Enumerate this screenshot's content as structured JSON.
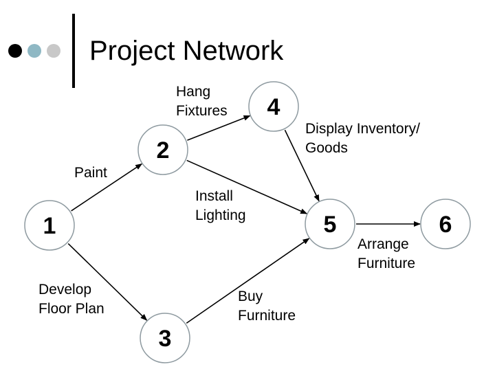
{
  "title": "Project Network",
  "bullet_colors": [
    "#000000",
    "#8fb8c4",
    "#c8c8c8"
  ],
  "nodes": [
    {
      "id": "1",
      "label": "1"
    },
    {
      "id": "2",
      "label": "2"
    },
    {
      "id": "3",
      "label": "3"
    },
    {
      "id": "4",
      "label": "4"
    },
    {
      "id": "5",
      "label": "5"
    },
    {
      "id": "6",
      "label": "6"
    }
  ],
  "activities": [
    {
      "from": "1",
      "to": "2",
      "label": [
        "Paint"
      ]
    },
    {
      "from": "1",
      "to": "3",
      "label": [
        "Develop",
        "Floor Plan"
      ]
    },
    {
      "from": "2",
      "to": "4",
      "label": [
        "Hang",
        "Fixtures"
      ]
    },
    {
      "from": "2",
      "to": "5",
      "label": [
        "Install",
        "Lighting"
      ]
    },
    {
      "from": "3",
      "to": "5",
      "label": [
        "Buy",
        "Furniture"
      ]
    },
    {
      "from": "4",
      "to": "5",
      "label": [
        "Display Inventory/",
        "Goods"
      ]
    },
    {
      "from": "5",
      "to": "6",
      "label": [
        "Arrange",
        "Furniture"
      ]
    }
  ],
  "colors": {
    "node_fill": "#ffffff",
    "node_stroke": "#8e9aa0",
    "edge": "#000000"
  }
}
